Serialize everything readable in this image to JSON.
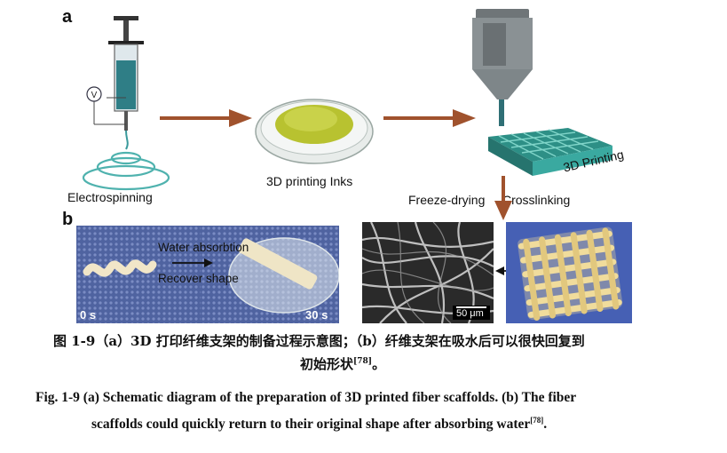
{
  "panel_a": {
    "letter": "a",
    "voltage_symbol": "V",
    "labels": {
      "electrospinning": "Electrospinning",
      "inks": "3D printing Inks",
      "printing": "3D Printing",
      "freeze": "Freeze-drying",
      "crosslink": "Crosslinking"
    }
  },
  "panel_b": {
    "letter": "b",
    "water": "Water absorbtion",
    "recover": "Recover shape",
    "t0": "0 s",
    "t30": "30 s",
    "scale": "50 μm"
  },
  "caption": {
    "cn_line1": "图 1-9（a）3D 打印纤维支架的制备过程示意图；（b）纤维支架在吸水后可以很快回复到",
    "cn_line2": "初始形状",
    "cn_ref": "[78]",
    "cn_end": "。",
    "en_line1": "Fig. 1-9 (a) Schematic diagram of the preparation of 3D printed fiber scaffolds. (b) The fiber",
    "en_line2": "scaffolds could quickly return to their original shape after absorbing water",
    "en_ref": "[78]",
    "en_end": "."
  }
}
